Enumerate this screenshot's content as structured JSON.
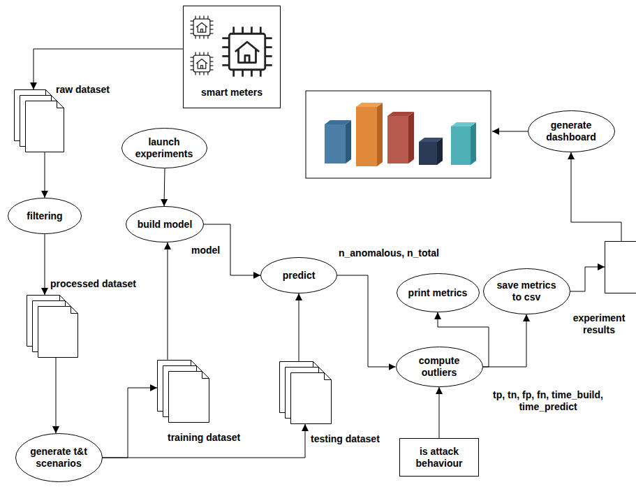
{
  "diagram": {
    "nodes": [
      {
        "text": [
          "smart meters"
        ]
      },
      {
        "text": [
          "raw dataset"
        ]
      },
      {
        "text": [
          "filtering"
        ]
      },
      {
        "text": [
          "processed dataset"
        ]
      },
      {
        "text": [
          "generate t&t scenarios"
        ]
      },
      {
        "text": [
          "training dataset"
        ]
      },
      {
        "text": [
          "testing dataset"
        ]
      },
      {
        "text": [
          "launch experiments"
        ]
      },
      {
        "text": [
          "build model"
        ]
      },
      {
        "text": [
          "predict"
        ]
      },
      {
        "text": [
          "compute outliers"
        ]
      },
      {
        "text": [
          "is attack behaviour"
        ]
      },
      {
        "text": [
          "print metrics"
        ]
      },
      {
        "text": [
          "save metrics to csv"
        ]
      },
      {
        "text": [
          "experiment results"
        ]
      },
      {
        "text": [
          "generate dashboard"
        ]
      }
    ],
    "edges": [
      {
        "from": 0,
        "to": 1,
        "arrow": "to"
      },
      {
        "from": 1,
        "to": 2,
        "arrow": "to"
      },
      {
        "from": 2,
        "to": 3,
        "arrow": "to"
      },
      {
        "from": 3,
        "to": 4,
        "arrow": "to"
      },
      {
        "from": 4,
        "to": 5,
        "arrow": "to"
      },
      {
        "from": 4,
        "to": 6,
        "arrow": "to"
      },
      {
        "from": 7,
        "to": 8,
        "arrow": "to"
      },
      {
        "from": 5,
        "to": 8,
        "arrow": "to"
      },
      {
        "from": 8,
        "to": 9,
        "label": "model",
        "arrow": "to"
      },
      {
        "from": 6,
        "to": 9,
        "arrow": "to"
      },
      {
        "from": 9,
        "to": 10,
        "label": "n_anomalous, n_total",
        "arrow": "to"
      },
      {
        "from": 11,
        "to": 10,
        "arrow": "to"
      },
      {
        "from": 10,
        "to": 12,
        "arrow": "to"
      },
      {
        "from": 10,
        "to": 13,
        "label": "tp, tn, fp, fn, time_build, time_predict",
        "arrow": "to"
      },
      {
        "from": 13,
        "to": 14,
        "arrow": "to"
      },
      {
        "from": 14,
        "to": 15,
        "arrow": "to"
      }
    ]
  }
}
